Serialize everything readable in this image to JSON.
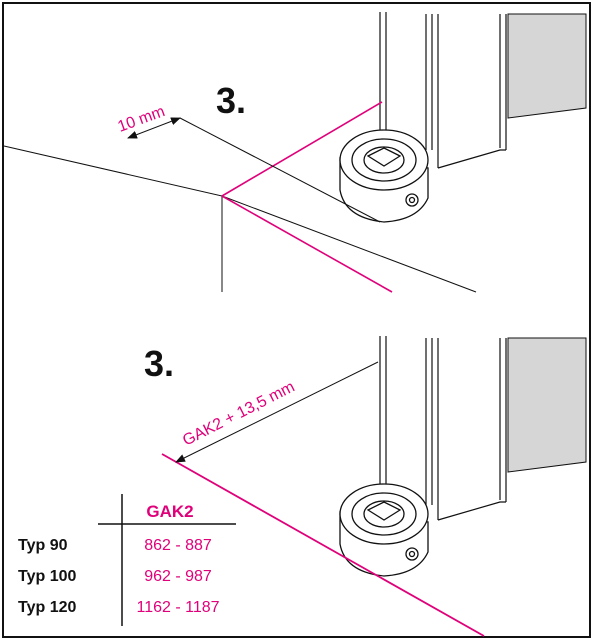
{
  "colors": {
    "accent": "#e0007a",
    "line": "#111111",
    "panel": "#d6d6d6"
  },
  "panel_top": {
    "step": "3.",
    "dimension": "10 mm"
  },
  "panel_bottom": {
    "step": "3.",
    "dimension": "GAK2 + 13,5 mm"
  },
  "table": {
    "header": "GAK2",
    "rows": [
      {
        "label": "Typ 90",
        "value": "862 - 887"
      },
      {
        "label": "Typ 100",
        "value": "962 - 987"
      },
      {
        "label": "Typ 120",
        "value": "1162 - 1187"
      }
    ]
  }
}
